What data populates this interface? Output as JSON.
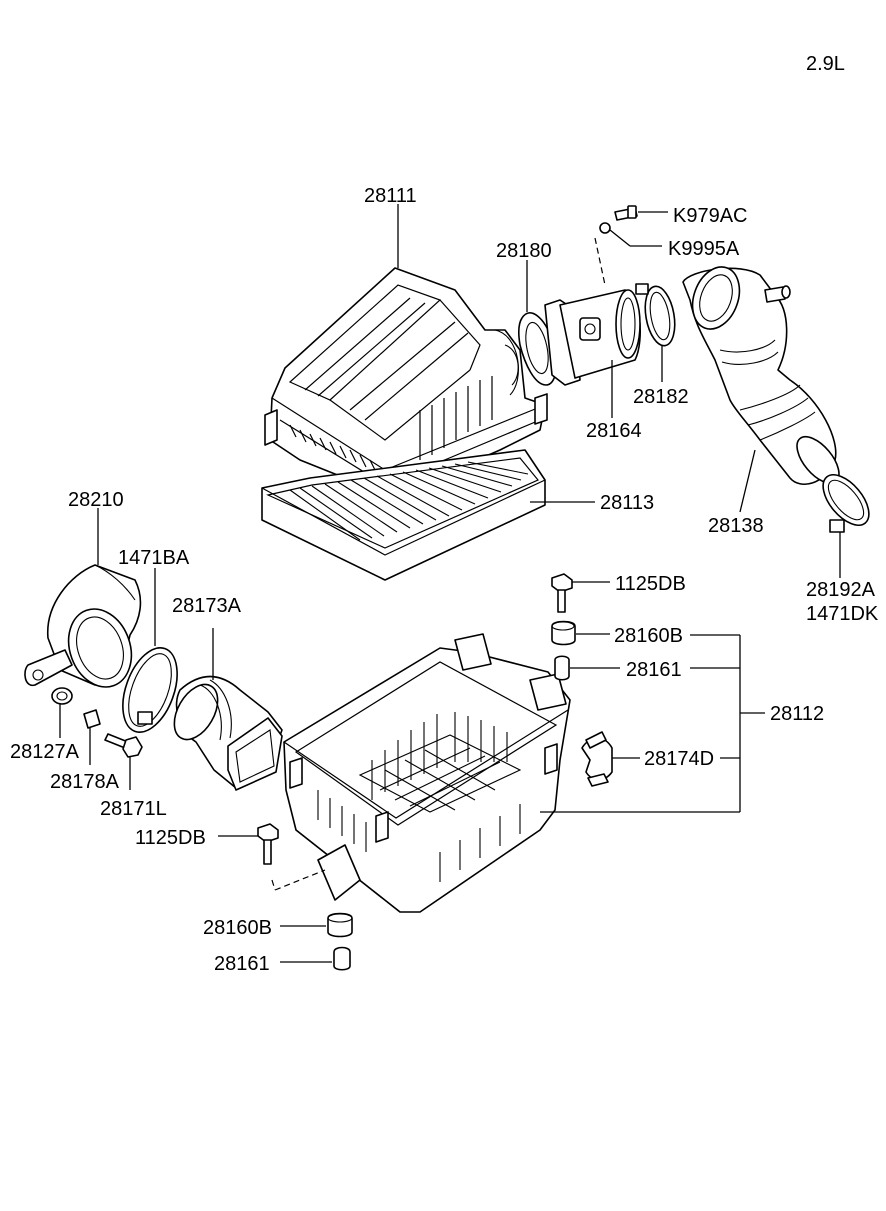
{
  "engine": "2.9L",
  "labels": {
    "p28111": "28111",
    "p28180": "28180",
    "pK979AC": "K979AC",
    "pK9995A": "K9995A",
    "p28182": "28182",
    "p28164": "28164",
    "p28113": "28113",
    "p28138": "28138",
    "p28192A": "28192A",
    "p1471DK": "1471DK",
    "p28210": "28210",
    "p1471BA": "1471BA",
    "p28173A": "28173A",
    "p1125DB_top": "1125DB",
    "p28160B_top": "28160B",
    "p28161_top": "28161",
    "p28112": "28112",
    "p28174D": "28174D",
    "p28127A": "28127A",
    "p28178A": "28178A",
    "p28171L": "28171L",
    "p1125DB_bot": "1125DB",
    "p28160B_bot": "28160B",
    "p28161_bot": "28161"
  },
  "icons": [
    "air-cleaner-cover",
    "air-filter-element",
    "air-cleaner-body",
    "mass-airflow-sensor",
    "gasket",
    "hose-clamp",
    "intake-hose",
    "duct",
    "resonator",
    "bolt",
    "grommet",
    "bushing",
    "bracket"
  ]
}
